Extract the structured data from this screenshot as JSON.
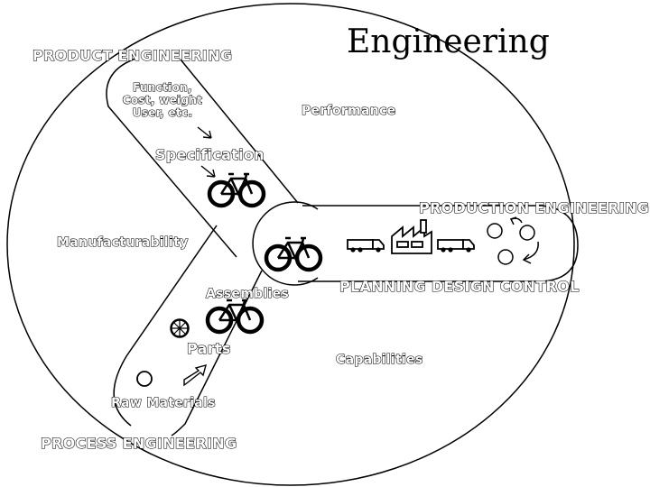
{
  "title": "Engineering",
  "sections": {
    "product": "PRODUCT ENGINEERING",
    "production": "PRODUCTION ENGINEERING",
    "process": "PROCESS ENGINEERING"
  },
  "product_inputs": [
    "Function,",
    "Cost, weight",
    "User, etc."
  ],
  "labels": {
    "specification": "Specification",
    "performance": "Performance",
    "manufacturability": "Manufacturability",
    "assemblies": "Assemblies",
    "parts": "Parts",
    "raw_materials": "Raw Materials",
    "capabilities": "Capabilities",
    "production_steps": "PLANNING  DESIGN  CONTROL"
  },
  "colors": {
    "ink": "#000000",
    "background": "#ffffff"
  },
  "icons": [
    "bicycle-icon",
    "truck-icon",
    "factory-icon",
    "cycle-arrows-icon",
    "gear-icon",
    "circle-icon",
    "arrow-icon"
  ]
}
